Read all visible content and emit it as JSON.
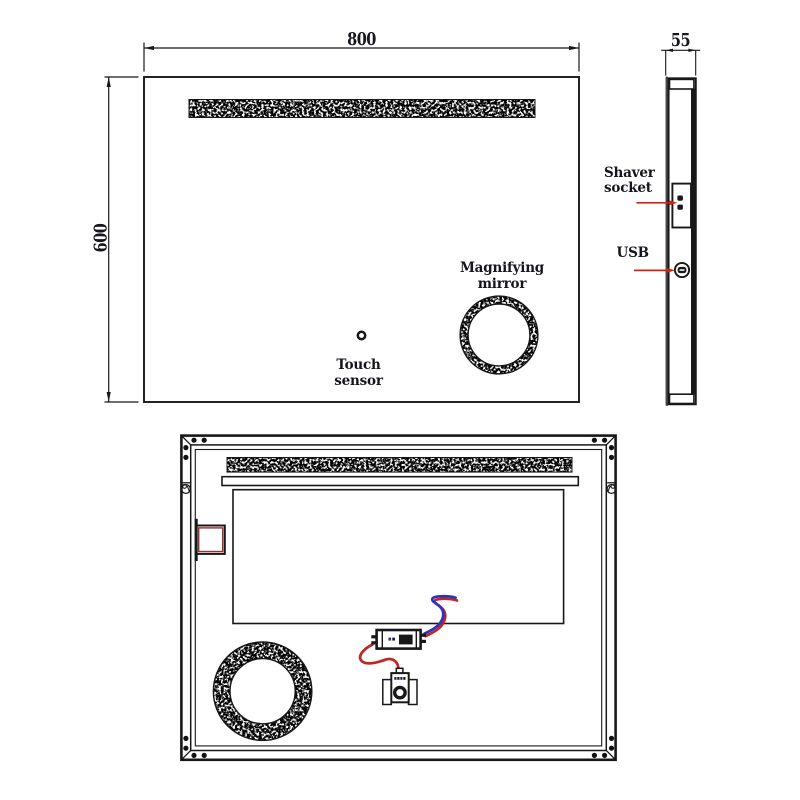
{
  "drawing": {
    "front_view": {
      "dimension_width": "800",
      "dimension_height": "600",
      "labels": {
        "touch_sensor": "Touch\nsensor",
        "magnifying_mirror": "Magnifying\nmirror"
      }
    },
    "side_view": {
      "dimension_depth": "55",
      "labels": {
        "shaver_socket": "Shaver\nsocket",
        "usb": "USB"
      }
    },
    "back_view": {},
    "colors": {
      "line": "#181818",
      "annotation_arrow_red": "#d92015",
      "wire_blue": "#2a32c8",
      "wire_red": "#bf2722",
      "junction_box_red": "#a03030",
      "background": "#ffffff"
    }
  }
}
